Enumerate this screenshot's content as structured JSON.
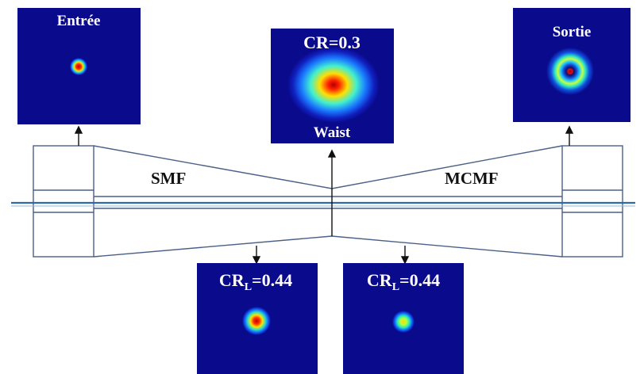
{
  "fiber_labels": {
    "left": "SMF",
    "right": "MCMF"
  },
  "panels": {
    "entree": {
      "title": "Entrée"
    },
    "waist": {
      "title": "CR=0.3",
      "subtitle": "Waist"
    },
    "sortie": {
      "title": "Sortie"
    },
    "lower_left": {
      "title_main": "CR",
      "title_sub": "L",
      "title_value": "=0.44"
    },
    "lower_right": {
      "title_main": "CR",
      "title_sub": "L",
      "title_value": "=0.44"
    }
  },
  "colors": {
    "panel_background": "#0a0a8c",
    "beam_core": "#d40000",
    "beam_mid": "#ffe600",
    "beam_outer": "#2ad4ff",
    "fiber_outline": "#3a5a8a",
    "axis_line": "#2f6aa8"
  }
}
